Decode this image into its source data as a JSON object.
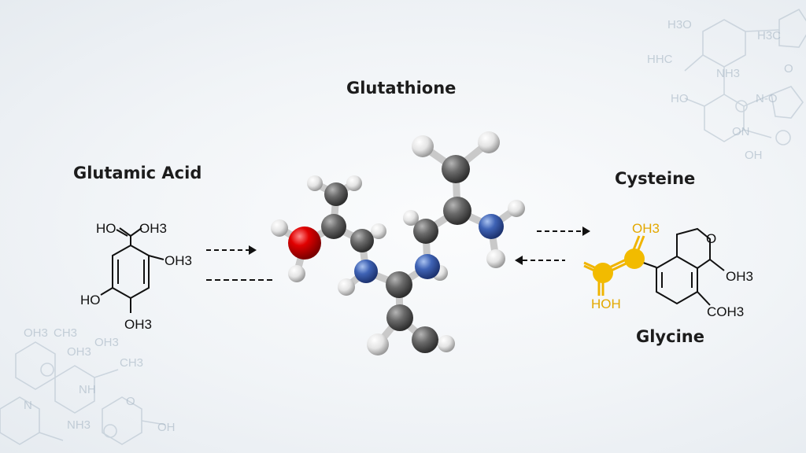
{
  "title": "Glutathione",
  "labels": {
    "glutamic_acid": "Glutamic Acid",
    "cysteine": "Cysteine",
    "glycine": "Glycine"
  },
  "glutamic_structure": {
    "top": "HO",
    "top_right": "OH3",
    "right": "OH3",
    "left": "HO",
    "bottom": "OH3"
  },
  "right_structure": {
    "yellow_top": "OH3",
    "yellow_bottom": "HOH",
    "ring_right": "OH3",
    "ring_bottom": "COH3",
    "ring_top": "O"
  },
  "bg_text_right": [
    "H3O",
    "H3C",
    "HHC",
    "NH3",
    "HO",
    "N-O",
    "ON",
    "OH",
    "O"
  ],
  "bg_text_left": [
    "OH3",
    "CH3",
    "OH3",
    "OH3",
    "CH3",
    "NH",
    "N",
    "NH3",
    "OH",
    "O"
  ],
  "colors": {
    "carbon": "#555555",
    "oxygen": "#d40000",
    "nitrogen": "#3f63b5",
    "hydrogen": "#e6e6e6",
    "sulfur": "#f2bb00"
  }
}
